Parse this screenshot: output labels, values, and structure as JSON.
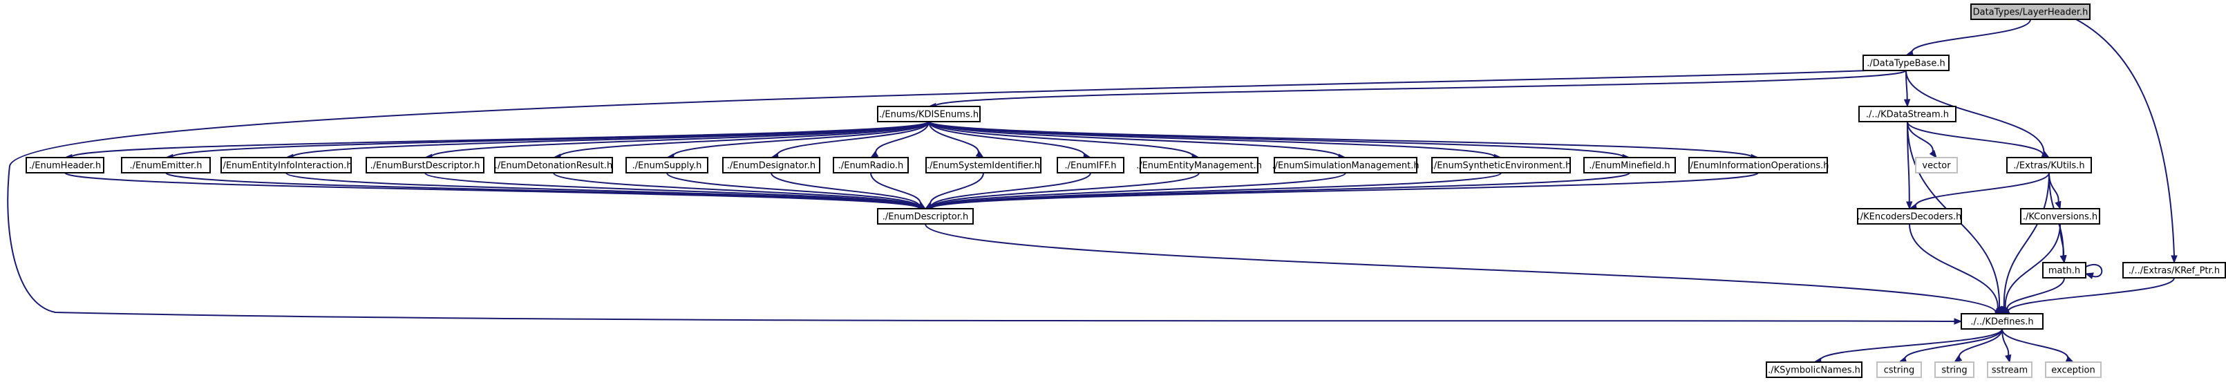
{
  "graph": {
    "colors": {
      "edge": "#191970",
      "node_border": "#000000",
      "root_fill": "#bfbfbf",
      "node_fill": "#ffffff",
      "external_border": "#bfbfbf",
      "external_text": "#7f7f7f"
    },
    "nodes": [
      {
        "id": "root",
        "label": "DataTypes/LayerHeader.h",
        "kind": "root"
      },
      {
        "id": "dtb",
        "label": "./DataTypeBase.h",
        "kind": "file"
      },
      {
        "id": "kdis",
        "label": "./Enums/KDISEnums.h",
        "kind": "file"
      },
      {
        "id": "kds",
        "label": "./../KDataStream.h",
        "kind": "file"
      },
      {
        "id": "krefptr",
        "label": "./../Extras/KRef_Ptr.h",
        "kind": "file"
      },
      {
        "id": "eheader",
        "label": "./EnumHeader.h",
        "kind": "file"
      },
      {
        "id": "eemitter",
        "label": "./EnumEmitter.h",
        "kind": "file"
      },
      {
        "id": "eeii",
        "label": "./EnumEntityInfoInteraction.h",
        "kind": "file"
      },
      {
        "id": "ebd",
        "label": "./EnumBurstDescriptor.h",
        "kind": "file"
      },
      {
        "id": "edr",
        "label": "./EnumDetonationResult.h",
        "kind": "file"
      },
      {
        "id": "esupply",
        "label": "./EnumSupply.h",
        "kind": "file"
      },
      {
        "id": "edesig",
        "label": "./EnumDesignator.h",
        "kind": "file"
      },
      {
        "id": "eradio",
        "label": "./EnumRadio.h",
        "kind": "file"
      },
      {
        "id": "esi",
        "label": "./EnumSystemIdentifier.h",
        "kind": "file"
      },
      {
        "id": "eiff",
        "label": "./EnumIFF.h",
        "kind": "file"
      },
      {
        "id": "eem",
        "label": "./EnumEntityManagement.h",
        "kind": "file"
      },
      {
        "id": "esm",
        "label": "./EnumSimulationManagement.h",
        "kind": "file"
      },
      {
        "id": "ese",
        "label": "./EnumSyntheticEnvironment.h",
        "kind": "file"
      },
      {
        "id": "emine",
        "label": "./EnumMinefield.h",
        "kind": "file"
      },
      {
        "id": "eio",
        "label": "./EnumInformationOperations.h",
        "kind": "file"
      },
      {
        "id": "vector",
        "label": "vector",
        "kind": "external"
      },
      {
        "id": "kutils",
        "label": "./Extras/KUtils.h",
        "kind": "file"
      },
      {
        "id": "edesc",
        "label": "./EnumDescriptor.h",
        "kind": "file"
      },
      {
        "id": "kencdec",
        "label": "./KEncodersDecoders.h",
        "kind": "file"
      },
      {
        "id": "kconv",
        "label": "./KConversions.h",
        "kind": "file"
      },
      {
        "id": "math",
        "label": "math.h",
        "kind": "file"
      },
      {
        "id": "kdefines",
        "label": "./../KDefines.h",
        "kind": "file"
      },
      {
        "id": "ksym",
        "label": "./KSymbolicNames.h",
        "kind": "file"
      },
      {
        "id": "cstring",
        "label": "cstring",
        "kind": "external"
      },
      {
        "id": "string",
        "label": "string",
        "kind": "external"
      },
      {
        "id": "sstream",
        "label": "sstream",
        "kind": "external"
      },
      {
        "id": "exception",
        "label": "exception",
        "kind": "external"
      }
    ],
    "edges": [
      [
        "root",
        "dtb"
      ],
      [
        "root",
        "krefptr"
      ],
      [
        "dtb",
        "kdis"
      ],
      [
        "dtb",
        "kds"
      ],
      [
        "dtb",
        "kutils"
      ],
      [
        "dtb",
        "kdefines"
      ],
      [
        "kdis",
        "eheader"
      ],
      [
        "kdis",
        "eemitter"
      ],
      [
        "kdis",
        "eeii"
      ],
      [
        "kdis",
        "ebd"
      ],
      [
        "kdis",
        "edr"
      ],
      [
        "kdis",
        "esupply"
      ],
      [
        "kdis",
        "edesig"
      ],
      [
        "kdis",
        "eradio"
      ],
      [
        "kdis",
        "esi"
      ],
      [
        "kdis",
        "eiff"
      ],
      [
        "kdis",
        "eem"
      ],
      [
        "kdis",
        "esm"
      ],
      [
        "kdis",
        "ese"
      ],
      [
        "kdis",
        "emine"
      ],
      [
        "kdis",
        "eio"
      ],
      [
        "eheader",
        "edesc"
      ],
      [
        "eemitter",
        "edesc"
      ],
      [
        "eeii",
        "edesc"
      ],
      [
        "ebd",
        "edesc"
      ],
      [
        "edr",
        "edesc"
      ],
      [
        "esupply",
        "edesc"
      ],
      [
        "edesig",
        "edesc"
      ],
      [
        "eradio",
        "edesc"
      ],
      [
        "esi",
        "edesc"
      ],
      [
        "eiff",
        "edesc"
      ],
      [
        "eem",
        "edesc"
      ],
      [
        "esm",
        "edesc"
      ],
      [
        "ese",
        "edesc"
      ],
      [
        "emine",
        "edesc"
      ],
      [
        "eio",
        "edesc"
      ],
      [
        "edesc",
        "kdefines"
      ],
      [
        "kds",
        "vector"
      ],
      [
        "kds",
        "kutils"
      ],
      [
        "kds",
        "kencdec"
      ],
      [
        "kds",
        "kdefines"
      ],
      [
        "kutils",
        "kencdec"
      ],
      [
        "kutils",
        "kconv"
      ],
      [
        "kutils",
        "math"
      ],
      [
        "kutils",
        "kdefines"
      ],
      [
        "kencdec",
        "kdefines"
      ],
      [
        "kconv",
        "math"
      ],
      [
        "kconv",
        "kdefines"
      ],
      [
        "math",
        "math"
      ],
      [
        "math",
        "kdefines"
      ],
      [
        "krefptr",
        "kdefines"
      ],
      [
        "kdefines",
        "ksym"
      ],
      [
        "kdefines",
        "cstring"
      ],
      [
        "kdefines",
        "string"
      ],
      [
        "kdefines",
        "sstream"
      ],
      [
        "kdefines",
        "exception"
      ]
    ]
  }
}
